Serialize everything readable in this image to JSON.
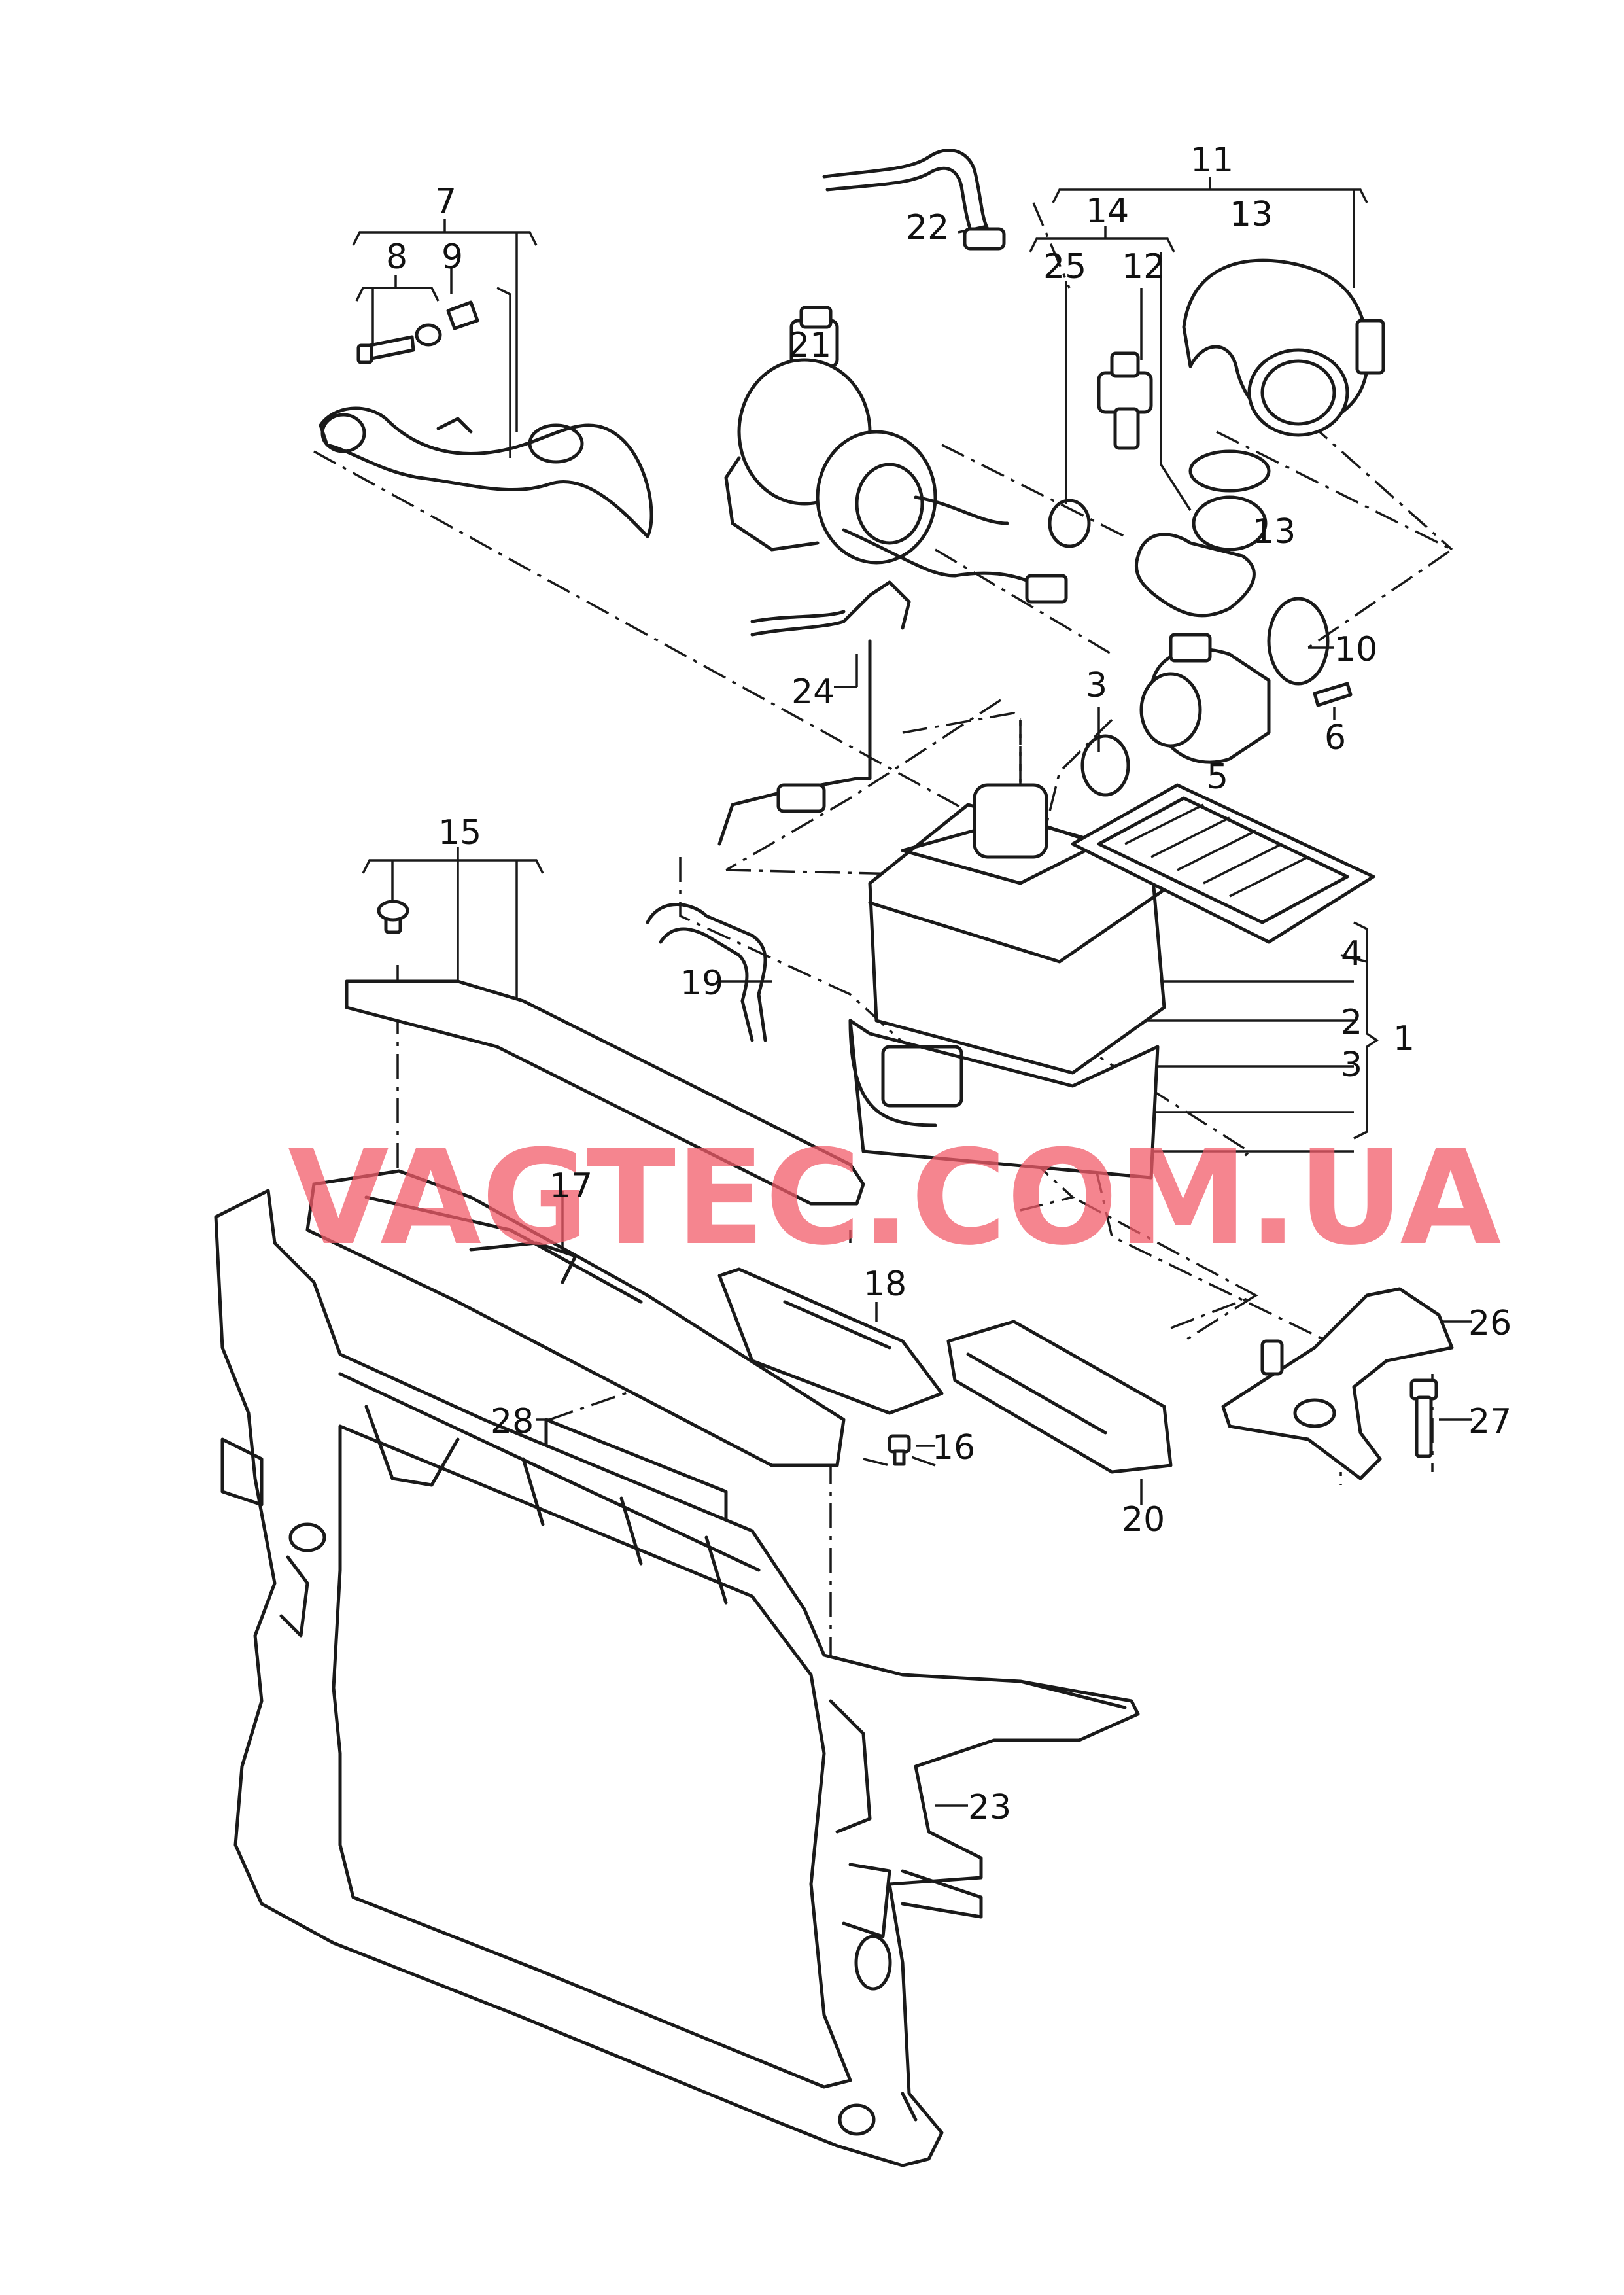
{
  "watermark": "VAGTEC.COM.UA",
  "colors": {
    "line": "#1a1a1a",
    "watermark": "#f25c6a",
    "background": "#ffffff"
  },
  "callouts": {
    "c1": "1",
    "c2": "2",
    "c3a": "3",
    "c3b": "3",
    "c4": "4",
    "c5": "5",
    "c6": "6",
    "c7": "7",
    "c8": "8",
    "c9": "9",
    "c10": "10",
    "c11": "11",
    "c12": "12",
    "c13a": "13",
    "c13b": "13",
    "c14": "14",
    "c15": "15",
    "c16": "16",
    "c17": "17",
    "c18": "18",
    "c19": "19",
    "c20": "20",
    "c21": "21",
    "c22": "22",
    "c23": "23",
    "c24": "24",
    "c25": "25",
    "c26": "26",
    "c27": "27",
    "c28": "28"
  }
}
